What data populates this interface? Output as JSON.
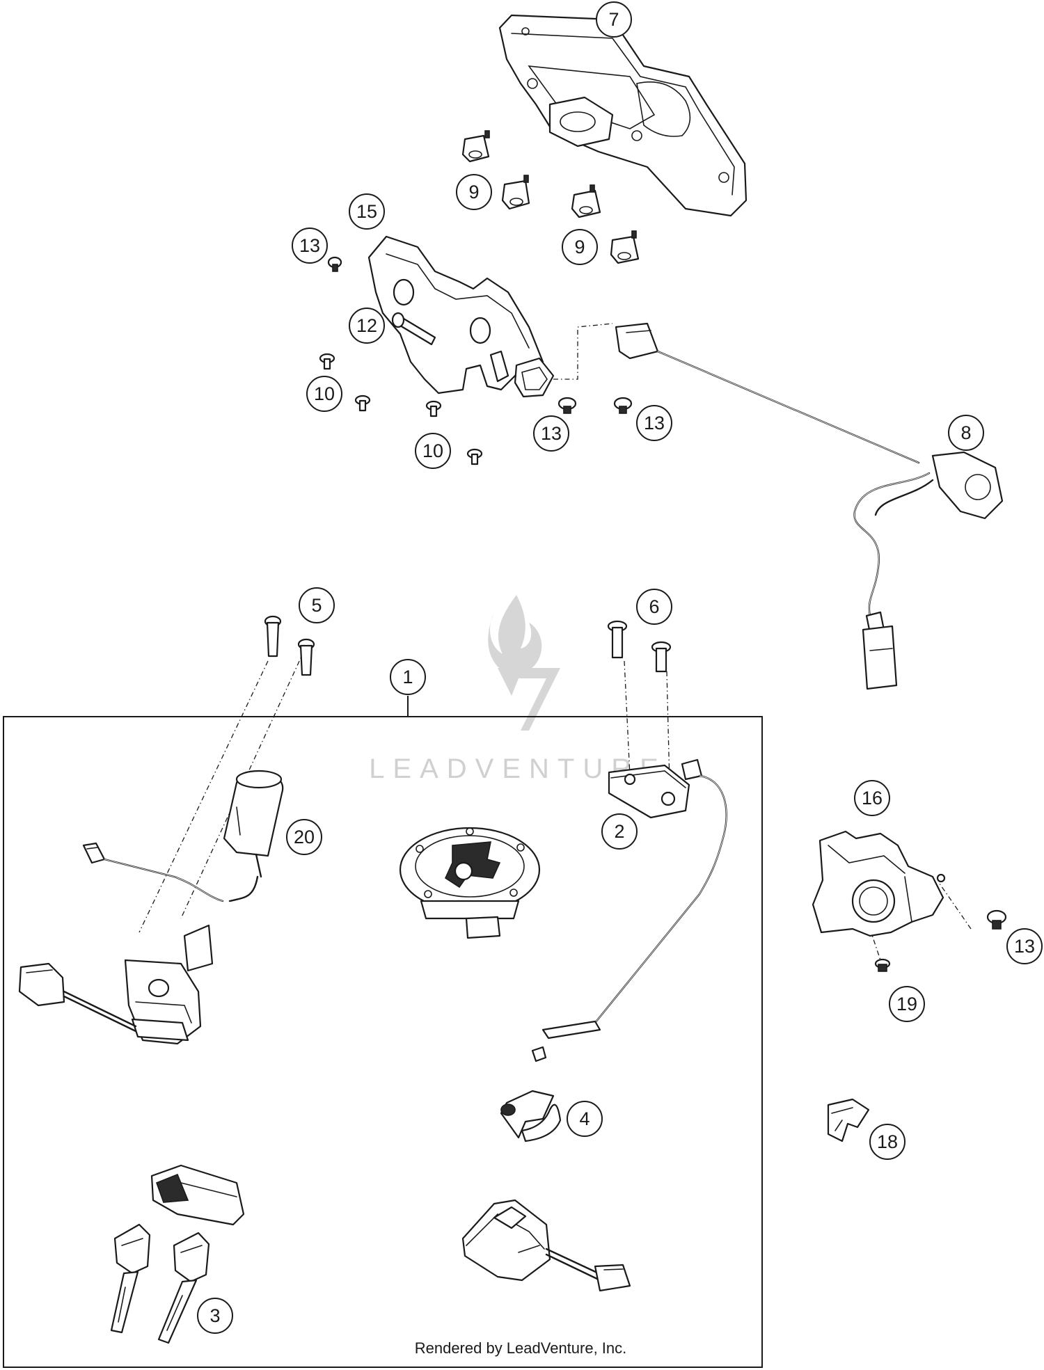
{
  "callouts": [
    "7",
    "9",
    "9",
    "15",
    "13",
    "12",
    "10",
    "10",
    "13",
    "13",
    "8",
    "5",
    "6",
    "1",
    "20",
    "2",
    "16",
    "13",
    "19",
    "4",
    "18",
    "3"
  ],
  "watermark": {
    "text": "LEADVENTURE",
    "colors": {
      "mark": "#d6d6d6"
    },
    "icon": "flame-v-logo"
  },
  "footer": {
    "text": "Rendered by LeadVenture, Inc."
  },
  "colors": {
    "line": "#1a1a1a",
    "background": "#ffffff"
  }
}
